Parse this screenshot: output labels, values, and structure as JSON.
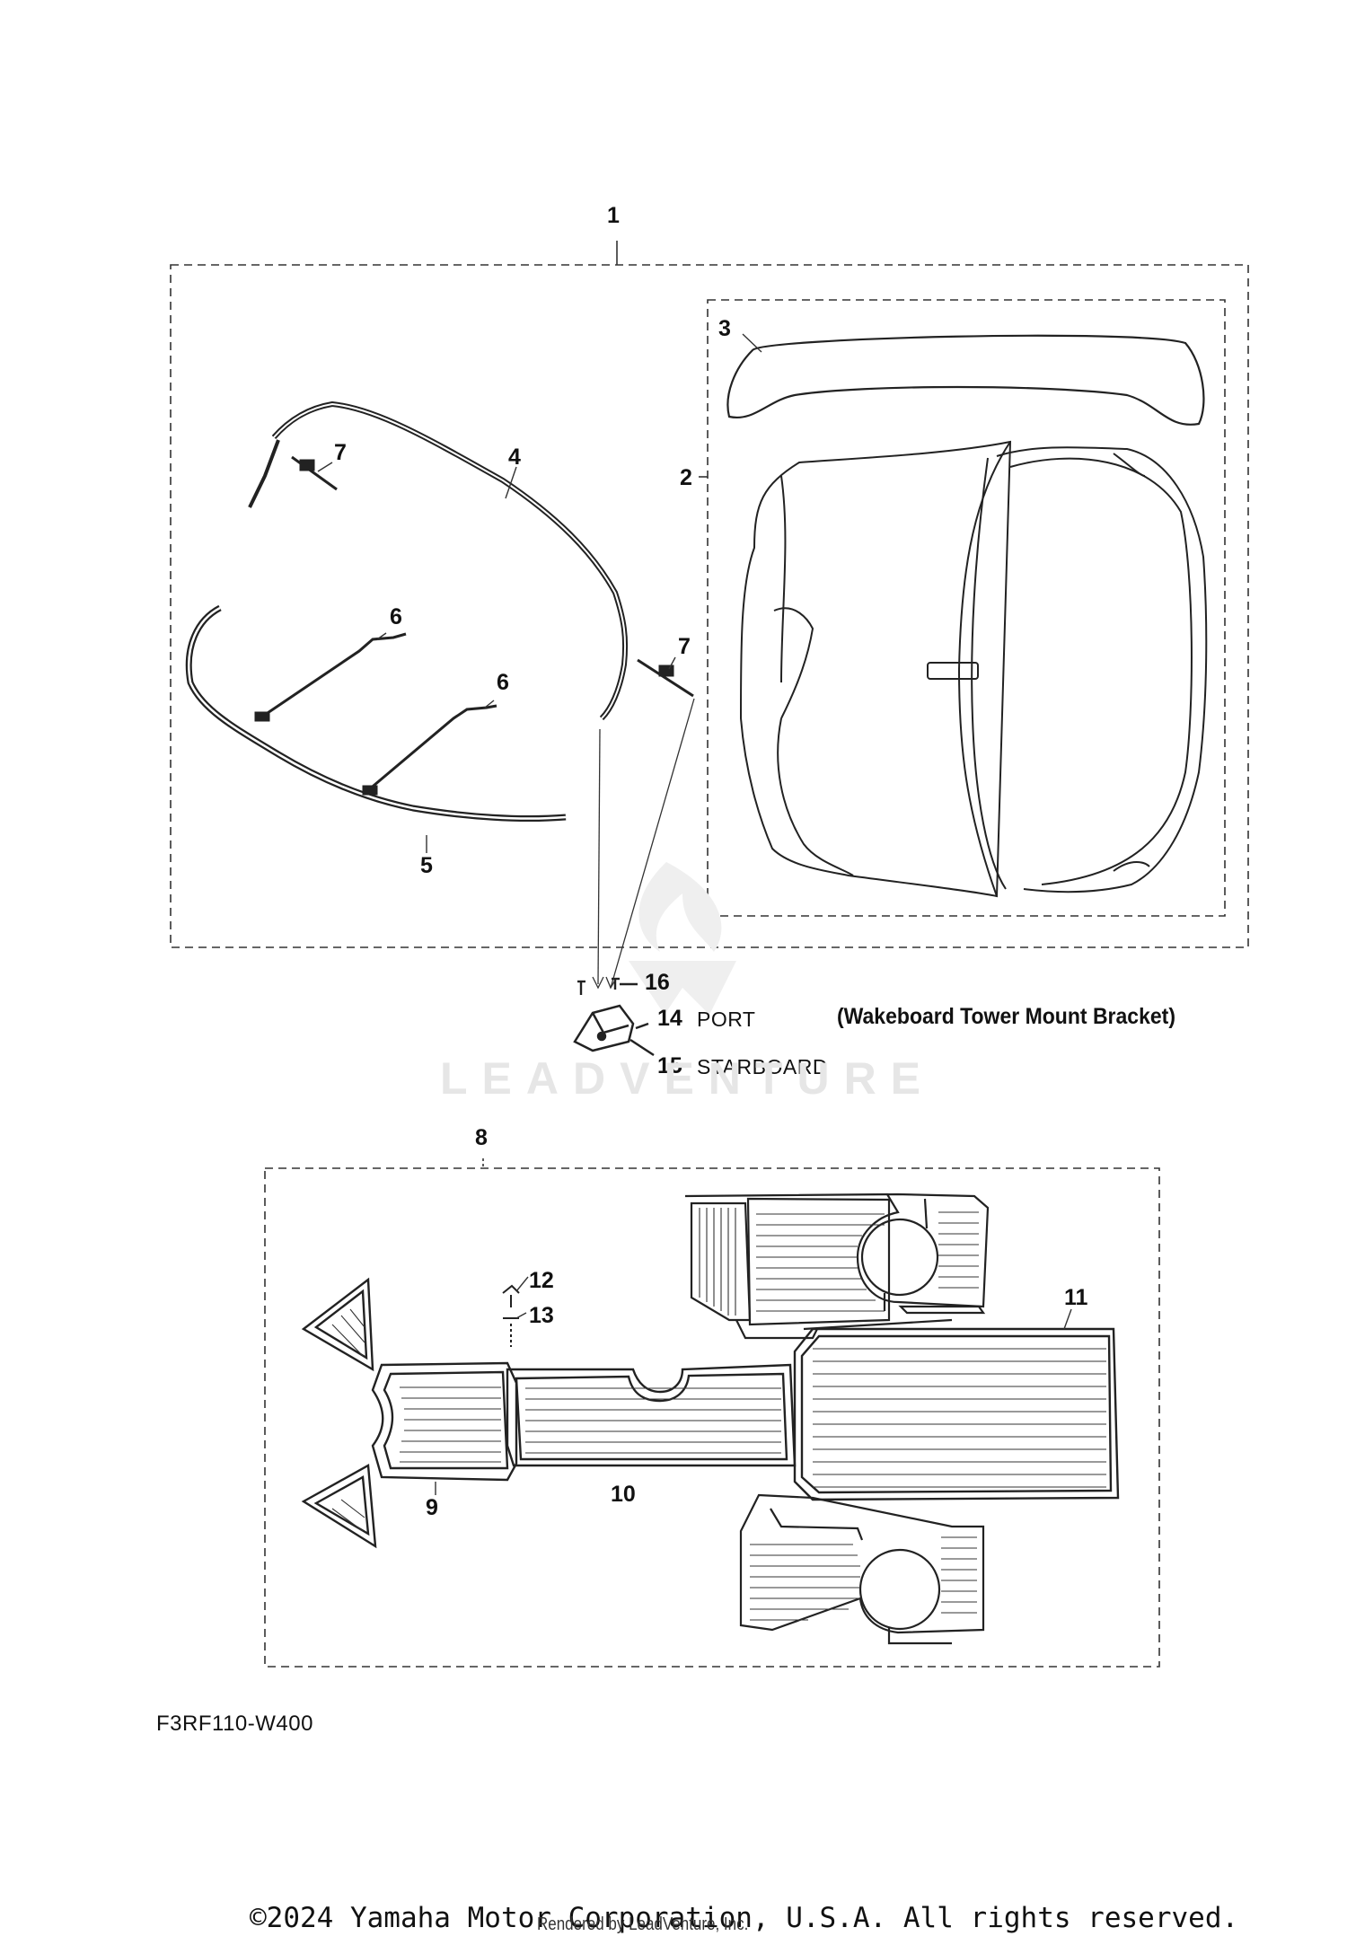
{
  "callouts": [
    {
      "id": "1",
      "text": "1"
    },
    {
      "id": "2",
      "text": "2"
    },
    {
      "id": "3",
      "text": "3"
    },
    {
      "id": "4",
      "text": "4"
    },
    {
      "id": "5",
      "text": "5"
    },
    {
      "id": "6a",
      "text": "6"
    },
    {
      "id": "6b",
      "text": "6"
    },
    {
      "id": "7a",
      "text": "7"
    },
    {
      "id": "7b",
      "text": "7"
    },
    {
      "id": "8",
      "text": "8"
    },
    {
      "id": "9",
      "text": "9"
    },
    {
      "id": "10",
      "text": "10"
    },
    {
      "id": "11",
      "text": "11"
    },
    {
      "id": "12",
      "text": "12"
    },
    {
      "id": "13",
      "text": "13"
    },
    {
      "id": "14",
      "text": "14"
    },
    {
      "id": "15",
      "text": "15"
    },
    {
      "id": "16",
      "text": "16"
    }
  ],
  "labels": {
    "port": "PORT",
    "starboard": "STARBOARD",
    "bracket_caption": "(Wakeboard Tower Mount Bracket)"
  },
  "diagram_code": "F3RF110-W400",
  "watermark": "LEADVENTURE",
  "footer": {
    "copyright": "©2024 Yamaha Motor Corporation, U.S.A. All rights reserved.",
    "rendered_by": "Rendered by LeadVenture, Inc."
  }
}
